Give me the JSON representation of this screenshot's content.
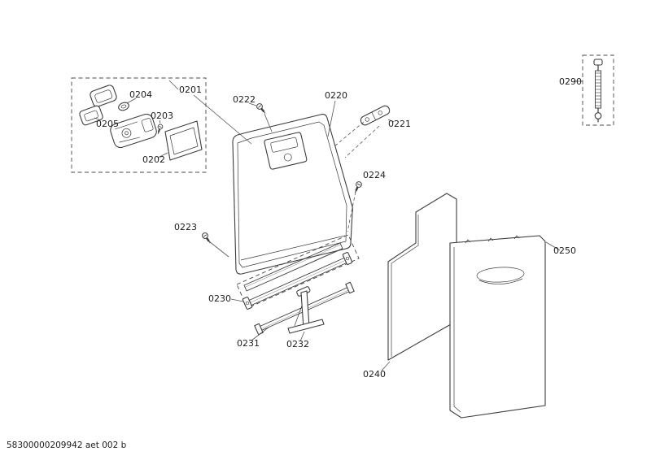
{
  "diagram": {
    "footer_code": "58300000209942 aet 002 b",
    "ink_color": "#3d3d3d",
    "background": "#ffffff",
    "part_labels": {
      "p0201": "0201",
      "p0202": "0202",
      "p0203": "0203",
      "p0204": "0204",
      "p0205": "0205",
      "p0220": "0220",
      "p0221": "0221",
      "p0222": "0222",
      "p0223": "0223",
      "p0224": "0224",
      "p0230": "0230",
      "p0231": "0231",
      "p0232": "0232",
      "p0240": "0240",
      "p0250": "0250",
      "p0290": "0290"
    }
  }
}
